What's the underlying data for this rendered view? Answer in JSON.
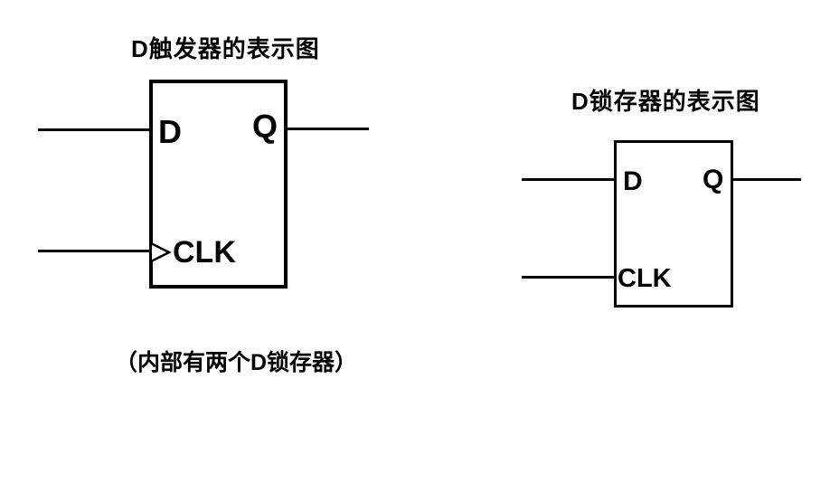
{
  "canvas": {
    "background": "#ffffff",
    "ink": "#000000"
  },
  "flip_flop": {
    "title": "D触发器的表示图",
    "caption": "（内部有两个D锁存器）",
    "port_d": "D",
    "port_q": "Q",
    "port_clk": "CLK",
    "edge_trigger_icon": "edge-trigger-triangle"
  },
  "latch": {
    "title": "D锁存器的表示图",
    "port_d": "D",
    "port_q": "Q",
    "port_clk": "CLK"
  }
}
